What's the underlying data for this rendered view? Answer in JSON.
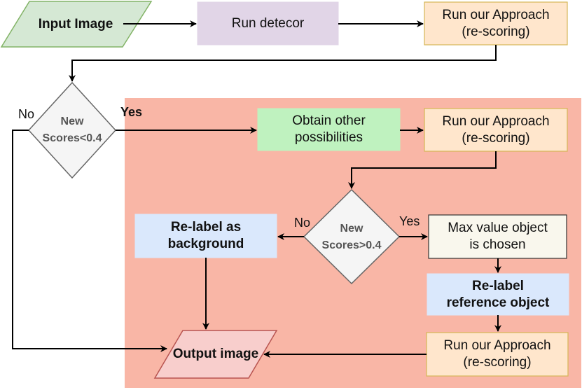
{
  "diagram": {
    "nodes": {
      "input_image": "Input Image",
      "run_detector": "Run detecor",
      "run_approach_1": "Run our Approach\n(re-scoring)",
      "decision_1": "New\nScores<0.4",
      "obtain_possibilities": "Obtain other\npossibilities",
      "run_approach_2": "Run our Approach\n(re-scoring)",
      "decision_2": "New\nScores>0.4",
      "relabel_background": "Re-label as\nbackground",
      "max_value_object": "Max value object\nis chosen",
      "relabel_reference": "Re-label\nreference object",
      "run_approach_3": "Run our Approach\n(re-scoring)",
      "output_image": "Output image"
    },
    "edge_labels": {
      "d1_no": "No",
      "d1_yes": "Yes",
      "d2_no": "No",
      "d2_yes": "Yes"
    },
    "colors": {
      "region": "#f9b6a6",
      "input": "#d5e8d4",
      "detector": "#e1d5e7",
      "approach": "#ffe6cc",
      "obtain": "#bff2bf",
      "decision": "#f5f5f5",
      "relabel": "#dae8fc",
      "max_value": "#f9f7ed",
      "output": "#f8cecc"
    }
  }
}
